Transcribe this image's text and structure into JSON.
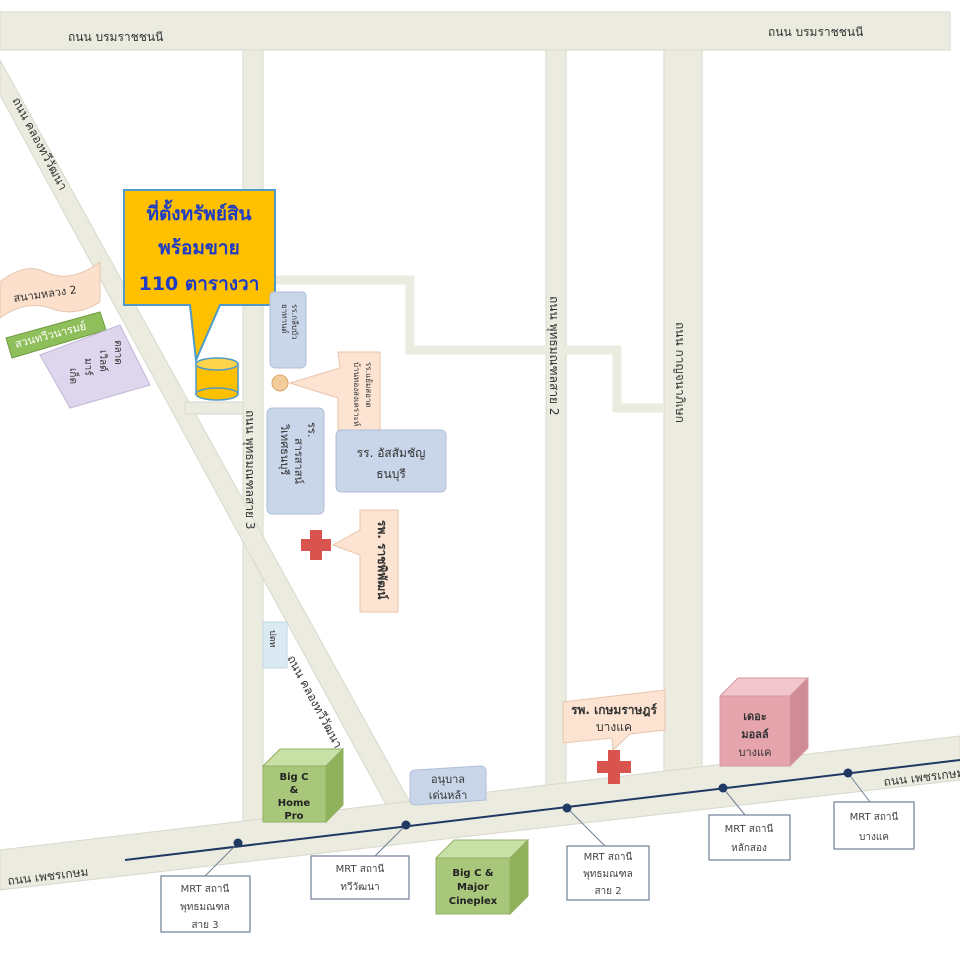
{
  "roads": {
    "boromratchonnani_left": "ถนน บรมราชชนนี",
    "boromratchonnani_right": "ถนน บรมราชชนนี",
    "khlong_thawi_watthana_top": "ถนน คลองทวีวัฒนา",
    "khlong_thawi_watthana_bottom": "ถนน คลองทวีวัฒนา",
    "phutthamonthon_3": "ถนน พุทธมณฑลสาย 3",
    "phutthamonthon_2": "ถนน พุทธมณฑลสาย 2",
    "kanchanaphisek": "ถนน กาญจนาภิเษก",
    "phetkasem_left": "ถนน เพชรเกษม",
    "phetkasem_right": "ถนน เพชรเกษม"
  },
  "property": {
    "line1": "ที่ตั้งทรัพย์สิน",
    "line2": "พร้อมขาย",
    "line3": "110 ตารางวา"
  },
  "landmarks": {
    "sanam_luang_2": "สนามหลวง 2",
    "suan_thawi": "สวนทวีวนารมย์",
    "talad_line1": "ตลาด",
    "talad_line2": "เวิลด์",
    "talad_line3": "มาร์",
    "talad_line4": "เก็ต",
    "school_small_1": "รร.กลีบบัว",
    "school_small_2": "ยาทานด์",
    "school_line_1": "รร.แย้มสอาด",
    "school_line_2": "บ้านทองสงเคราะห์",
    "school_wat_1": "รร.",
    "school_wat_2": "สารสาสน์",
    "school_wat_3": "วิเทศธนบุรี",
    "assumption_1": "รร. อัสสัมชัญ",
    "assumption_2": "ธนบุรี",
    "hospital_label": "รพ. ราชพิพัฒน์",
    "post": "ปตท",
    "kasemrad_1": "รพ. เกษมราษฎร์",
    "kasemrad_2": "บางแค",
    "mall_1": "เดอะ",
    "mall_2": "มอลล์",
    "mall_3": "บางแค",
    "bigc_home_1": "Big C",
    "bigc_home_2": "&",
    "bigc_home_3": "Home",
    "bigc_home_4": "Pro",
    "anuban_1": "อนุบาล",
    "anuban_2": "เด่นหล้า",
    "bigc_major_1": "Big C &",
    "bigc_major_2": "Major",
    "bigc_major_3": "Cineplex"
  },
  "mrt": [
    {
      "l1": "MRT สถานี",
      "l2": "พุทธมณฑล",
      "l3": "สาย 3"
    },
    {
      "l1": "MRT สถานี",
      "l2": "ทวีวัฒนา",
      "l3": ""
    },
    {
      "l1": "MRT สถานี",
      "l2": "พุทธมณฑล",
      "l3": "สาย 2"
    },
    {
      "l1": "MRT สถานี",
      "l2": "หลักสอง",
      "l3": ""
    },
    {
      "l1": "MRT สถานี",
      "l2": "บางแค",
      "l3": ""
    }
  ],
  "colors": {
    "road": "#ecebe0",
    "property_box": "#ffc000",
    "property_text": "#1f3cc4",
    "school_blue": "#c9d6ea",
    "hospital_red": "#d9534f",
    "mrt_line": "#1f3864",
    "bigc_green": "#a9c77a",
    "mall_pink": "#e6a4ad",
    "callout_peach": "#fde4d2"
  }
}
